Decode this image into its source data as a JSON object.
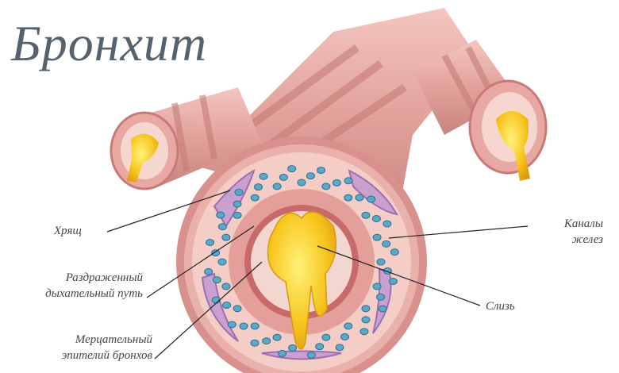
{
  "title": "Бронхит",
  "labels": {
    "cartilage": "Хрящ",
    "irritated_airway_1": "Раздраженный",
    "irritated_airway_2": "дыхательный путь",
    "ciliated_1": "Мерцательный",
    "ciliated_2": "эпителий бронхов",
    "gland_ducts_1": "Каналы",
    "gland_ducts_2": "желез",
    "mucus": "Слизь"
  },
  "colors": {
    "tissue": "#e8a9a4",
    "tissue_dark": "#c97a76",
    "mucus": "#f5c21a",
    "cells": "#5aa9c9",
    "title": "#56626e"
  }
}
